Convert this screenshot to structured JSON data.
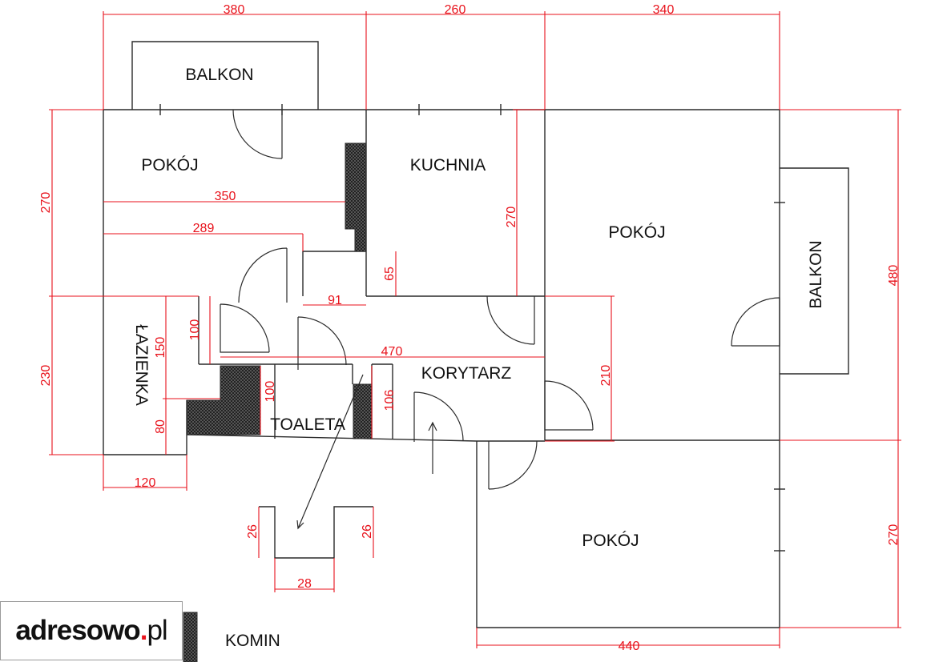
{
  "rooms": {
    "balkon_top": "BALKON",
    "pokoj_left": "POKÓJ",
    "kuchnia": "KUCHNIA",
    "pokoj_right": "POKÓJ",
    "balkon_right": "BALKON",
    "lazienka": "ŁAZIENKA",
    "korytarz": "KORYTARZ",
    "toaleta": "TOALETA",
    "pokoj_bottom": "POKÓJ"
  },
  "dimensions": {
    "top_a": "380",
    "top_b": "260",
    "top_c": "340",
    "left_upper": "270",
    "left_lower": "230",
    "pokoj_width": "350",
    "hall_width": "289",
    "kitchen_height": "270",
    "niche_height": "65",
    "niche_width": "91",
    "corridor_length": "470",
    "lazienka_height": "150",
    "hall_small": "100",
    "toaleta_height": "100",
    "toaleta_width": "106",
    "lazienka_bottom": "80",
    "lazienka_width": "120",
    "corridor_height": "210",
    "right_height": "480",
    "bottom_room_height": "270",
    "bottom_room_width": "440",
    "detail_left": "26",
    "detail_right": "26",
    "detail_width": "28"
  },
  "legend": {
    "komin": "KOMIN"
  },
  "logo": {
    "name": "adresowo",
    "dot": ".",
    "tld": "pl"
  },
  "colors": {
    "dimension": "#e8121b",
    "wall": "#2a2a2a",
    "chimney_hatch": "#3a3a3a"
  }
}
